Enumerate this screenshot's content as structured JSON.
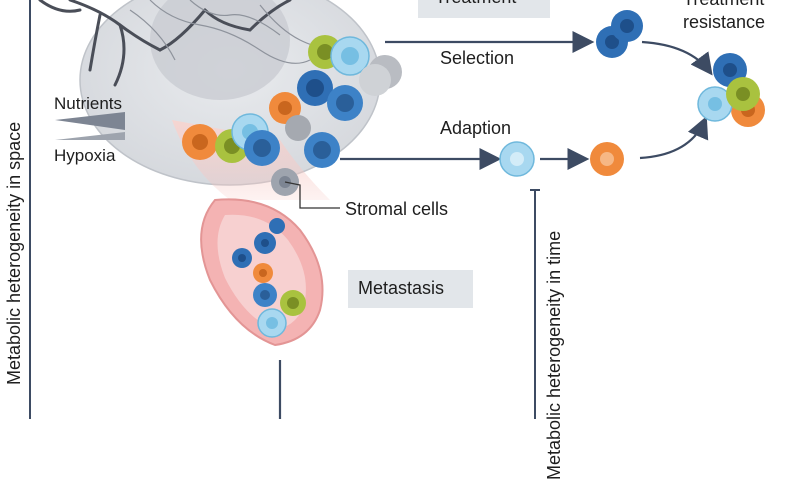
{
  "labels": {
    "treatment": "Treatment",
    "treatment_resistance_1": "Treatment",
    "treatment_resistance_2": "resistance",
    "selection": "Selection",
    "adaption": "Adaption",
    "nutrients": "Nutrients",
    "hypoxia": "Hypoxia",
    "stromal_cells": "Stromal cells",
    "metastasis": "Metastasis",
    "vertical_space": "Metabolic heterogeneity in space",
    "vertical_time": "Metabolic heterogeneity in time"
  },
  "colors": {
    "dark_blue": "#2f6fb5",
    "light_blue": "#a8d8f0",
    "orange": "#f08a3c",
    "lime": "#a9c23f",
    "gray_cell": "#b9bcc2",
    "vessel_pink": "#f4b3b3",
    "arrow": "#3d4b63",
    "label_box": "#e2e6ea"
  }
}
